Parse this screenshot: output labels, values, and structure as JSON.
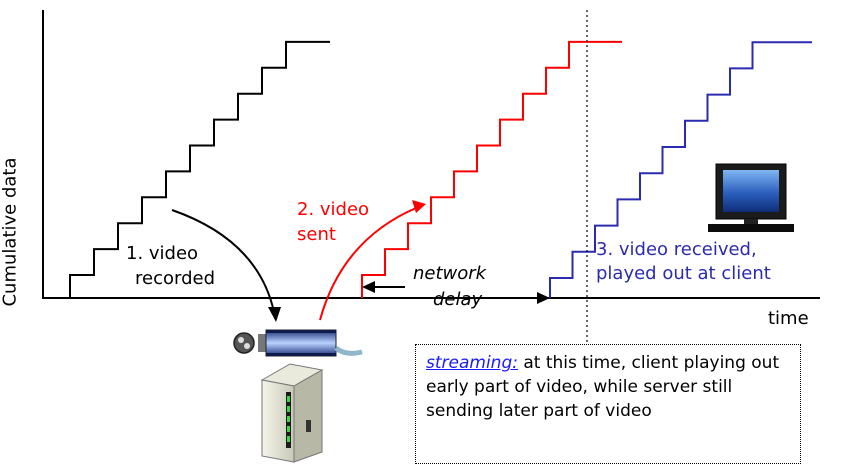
{
  "diagram": {
    "y_axis_label": "Cumulative data",
    "x_axis_label": "time",
    "stage1_label_line1": "1.  video",
    "stage1_label_line2": "recorded",
    "stage2_label_line1": "2. video",
    "stage2_label_line2": "sent",
    "stage3_label_line1": "3. video received,",
    "stage3_label_line2": "played out at client",
    "delay_label_line1": "network",
    "delay_label_line2": "delay",
    "callout_highlight": "streaming:",
    "callout_text": " at this time, client playing out early part of video, while server still sending later part of video",
    "icons": [
      "film-reel-icon",
      "video-server-icon",
      "monitor-icon"
    ],
    "colors": {
      "recorded": "#000000",
      "sent": "#ff0000",
      "received": "#2b2bb0",
      "highlight": "#1a1aff"
    }
  }
}
